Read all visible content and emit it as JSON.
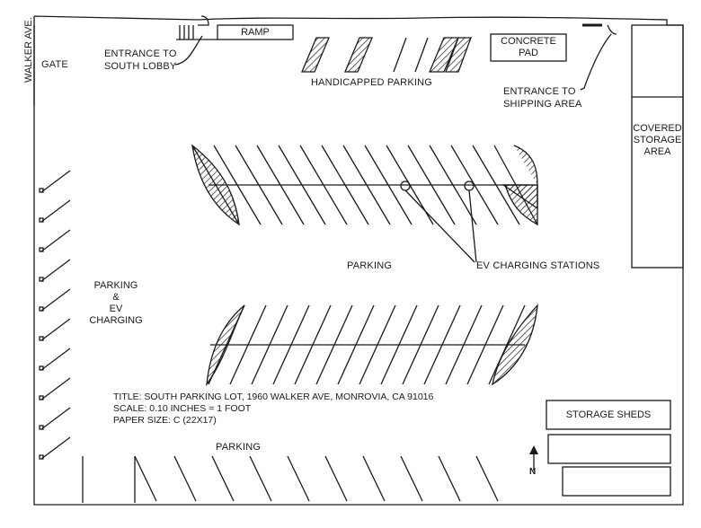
{
  "labels": {
    "street": "WALKER AVE.",
    "gate": "GATE",
    "ramp": "RAMP",
    "entrance_lobby_1": "ENTRANCE TO",
    "entrance_lobby_2": "SOUTH LOBBY",
    "concrete_1": "CONCRETE",
    "concrete_2": "PAD",
    "handicapped": "HANDICAPPED PARKING",
    "entrance_ship_1": "ENTRANCE TO",
    "entrance_ship_2": "SHIPPING AREA",
    "covered_1": "COVERED",
    "covered_2": "STORAGE",
    "covered_3": "AREA",
    "parking_center": "PARKING",
    "ev_stations": "EV CHARGING STATIONS",
    "parking_ev_1": "PARKING",
    "parking_ev_2": "&",
    "parking_ev_3": "EV CHARGING",
    "parking_bottom": "PARKING",
    "storage_sheds": "STORAGE SHEDS",
    "north": "N"
  },
  "title_block": {
    "title": "TITLE: SOUTH PARKING LOT, 1960 WALKER AVE, MONROVIA, CA 91016",
    "scale": "SCALE: 0.10 INCHES = 1 FOOT",
    "paper": "PAPER SIZE: C (22X17)"
  }
}
